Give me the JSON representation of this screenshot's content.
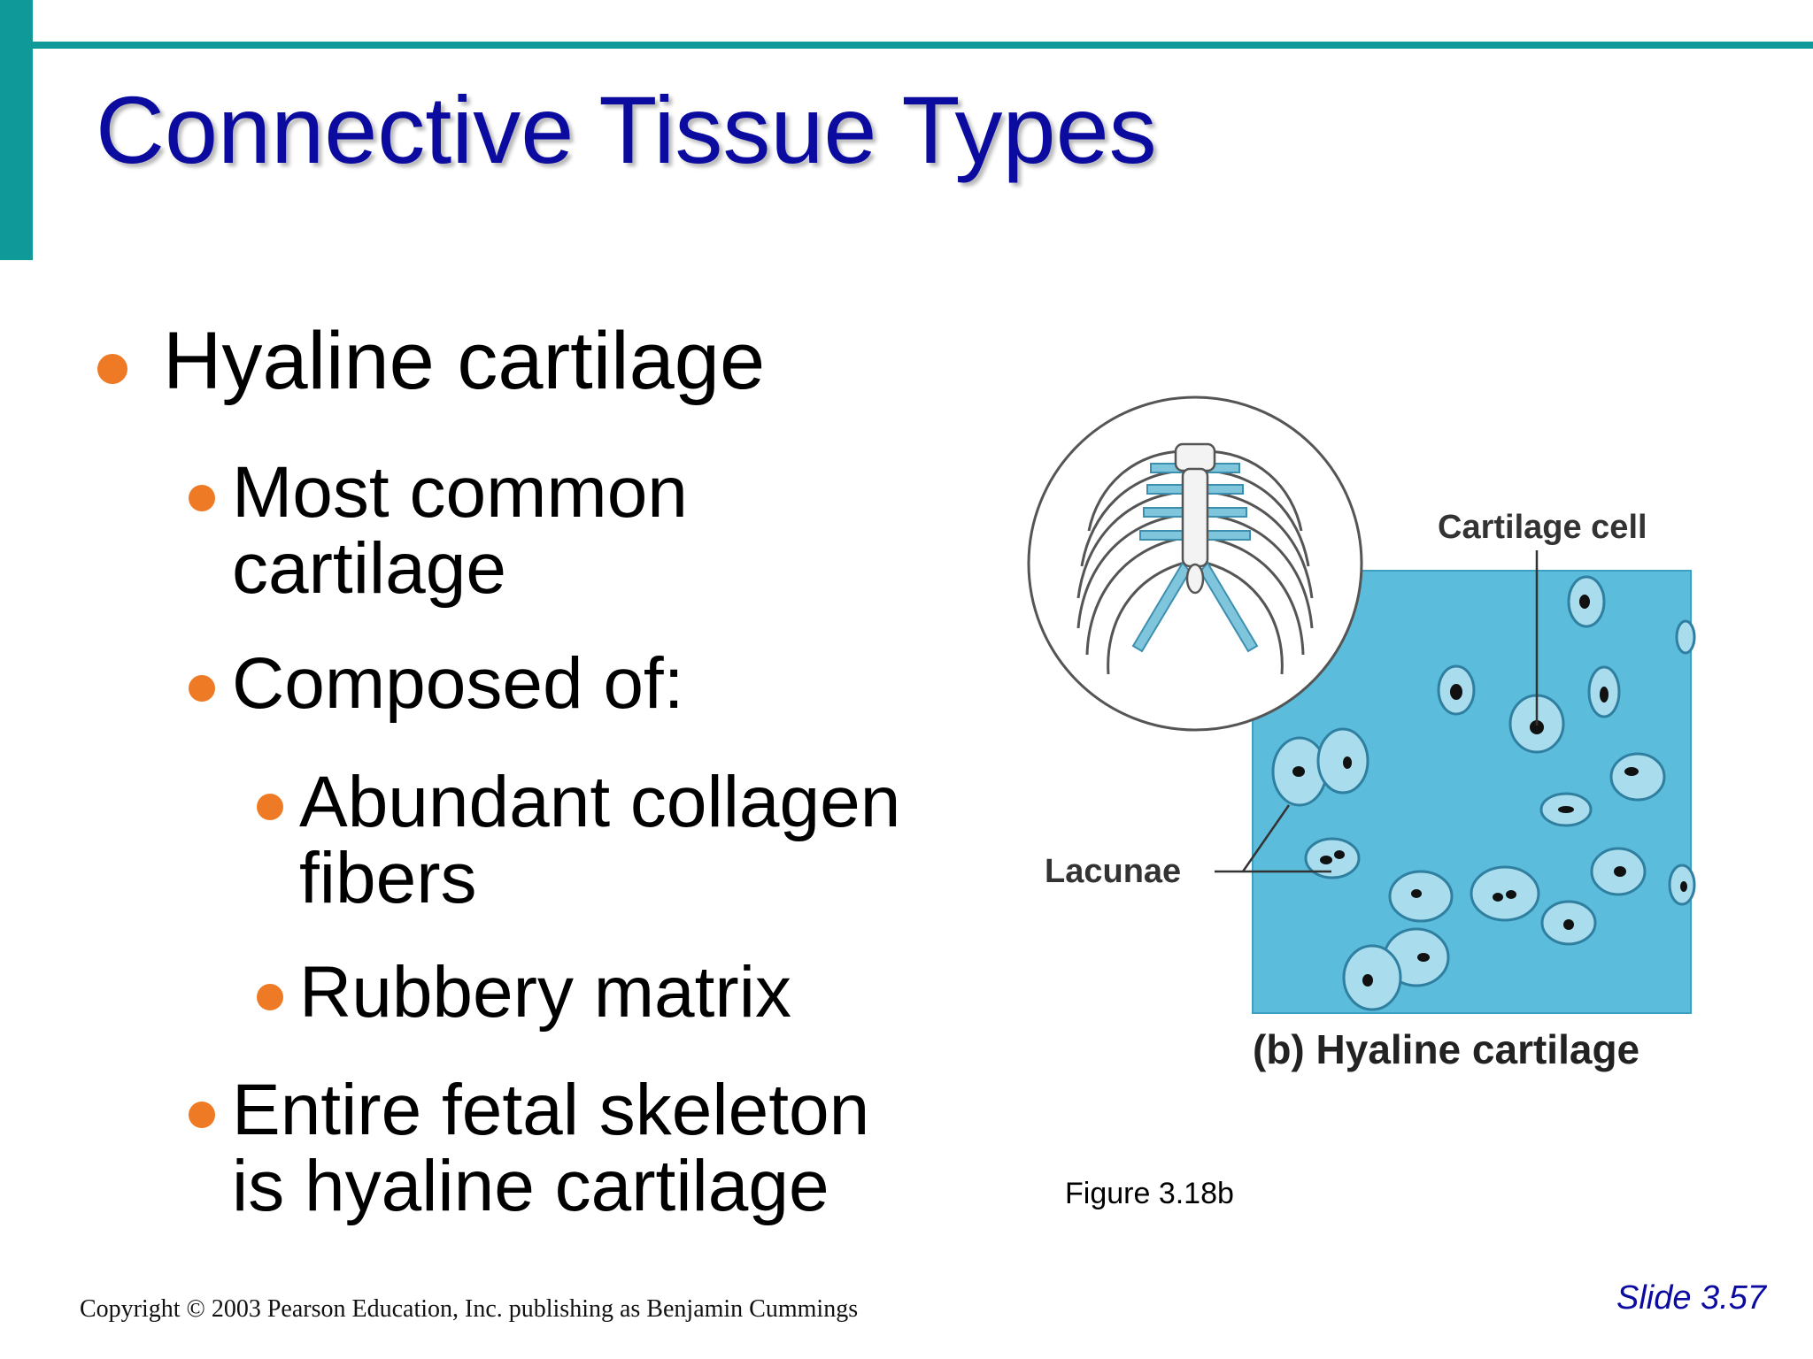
{
  "title": "Connective Tissue Types",
  "bullets": {
    "level1": "Hyaline cartilage",
    "most_common_line1": "Most common",
    "most_common_line2": "cartilage",
    "composed_of": "Composed of:",
    "collagen_line1": "Abundant collagen",
    "collagen_line2": "fibers",
    "rubbery": "Rubbery matrix",
    "fetal_line1": "Entire fetal skeleton",
    "fetal_line2": "is hyaline cartilage"
  },
  "figure": {
    "cell_label": "Cartilage cell",
    "lacunae_label": "Lacunae",
    "caption": "(b) Hyaline cartilage",
    "figure_number": "Figure 3.18b"
  },
  "footer": {
    "copyright": "Copyright © 2003 Pearson Education, Inc. publishing as Benjamin Cummings",
    "slide_number": "Slide 3.57"
  },
  "colors": {
    "accent": "#0f9a99",
    "title": "#0b0ba0",
    "bullet": "#ee7a26",
    "matrix": "#5bbcdb"
  }
}
